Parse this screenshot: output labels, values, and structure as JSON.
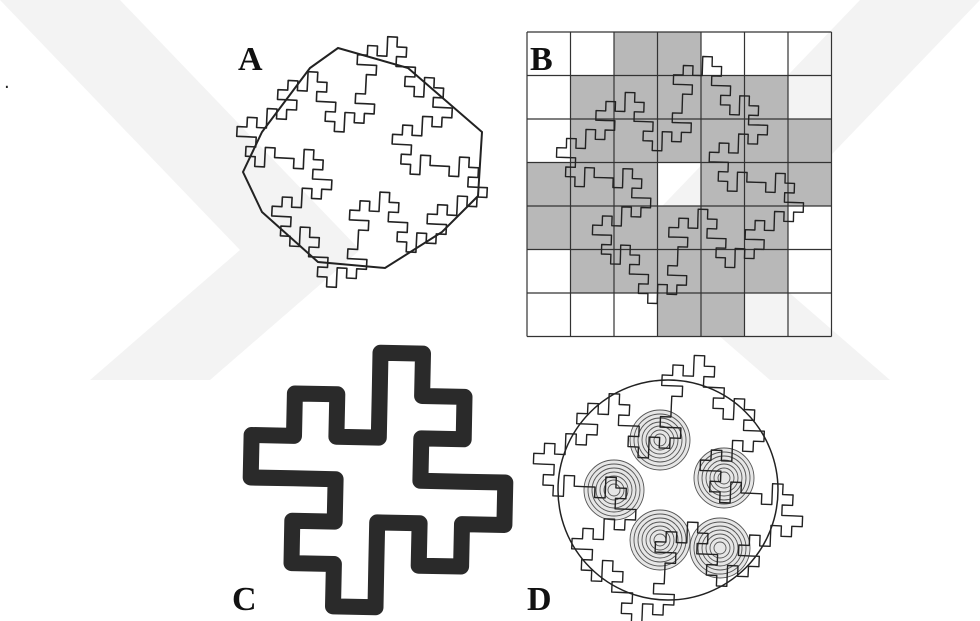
{
  "figure": {
    "side_mark": ".",
    "panels": [
      {
        "label": "A",
        "description_icon": "fractal-boundary-convex-hull"
      },
      {
        "label": "B",
        "description_icon": "fractal-box-counting-grid"
      },
      {
        "label": "C",
        "description_icon": "fractal-dilated-outline"
      },
      {
        "label": "D",
        "description_icon": "fractal-circle-covering"
      }
    ],
    "colors": {
      "background": "#ffffff",
      "line": "#222222",
      "grid_fill": "#b8b8b8",
      "dilated": "#2a2a2a",
      "watermark": "#f2f2f2"
    }
  }
}
